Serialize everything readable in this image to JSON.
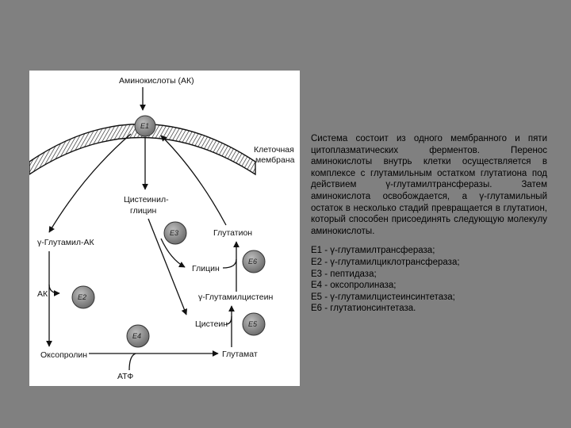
{
  "diagram": {
    "top_label": "Аминокислоты (АК)",
    "membrane_label_line1": "Клеточная",
    "membrane_label_line2": "мембрана",
    "cysteinylglycine_line1": "Цистеинил-",
    "cysteinylglycine_line2": "глицин",
    "gamma_glutamyl_ak": "γ-Глутамил-АК",
    "glutathione": "Глутатион",
    "glycine": "Глицин",
    "ak": "АК",
    "gamma_glutamylcysteine": "γ-Глутамилцистеин",
    "cysteine": "Цистеин",
    "oxoproline": "Оксопролин",
    "glutamate": "Глутамат",
    "atp": "АТФ",
    "enzymes": [
      "E1",
      "E2",
      "E3",
      "E4",
      "E5",
      "E6"
    ]
  },
  "description": "Система состоит из одного мембранного и пяти цитоплазматических ферментов. Перенос аминокислоты внутрь клетки осуществляется в комплексе с глутамильным остатком глутатиона под действием γ-глутамилтрансферазы. Затем аминокислота освобождается, а γ-глутамильный остаток в несколько стадий превращается в глутатион, который способен присоединять следующую молекулу аминокислоты.",
  "legend": [
    "E1 - γ-глутамилтрансфераза;",
    "E2 - γ-глутамилциклотрансфераза;",
    "E3 - пептидаза;",
    "E4 - оксопролиназа;",
    "E5 - γ-глутамилцистеинсинтетаза;",
    "E6 - глутатионсинтетаза."
  ],
  "colors": {
    "page_background": "#808080",
    "diagram_background": "#ffffff",
    "enzyme_fill": "#8a8a8a"
  }
}
